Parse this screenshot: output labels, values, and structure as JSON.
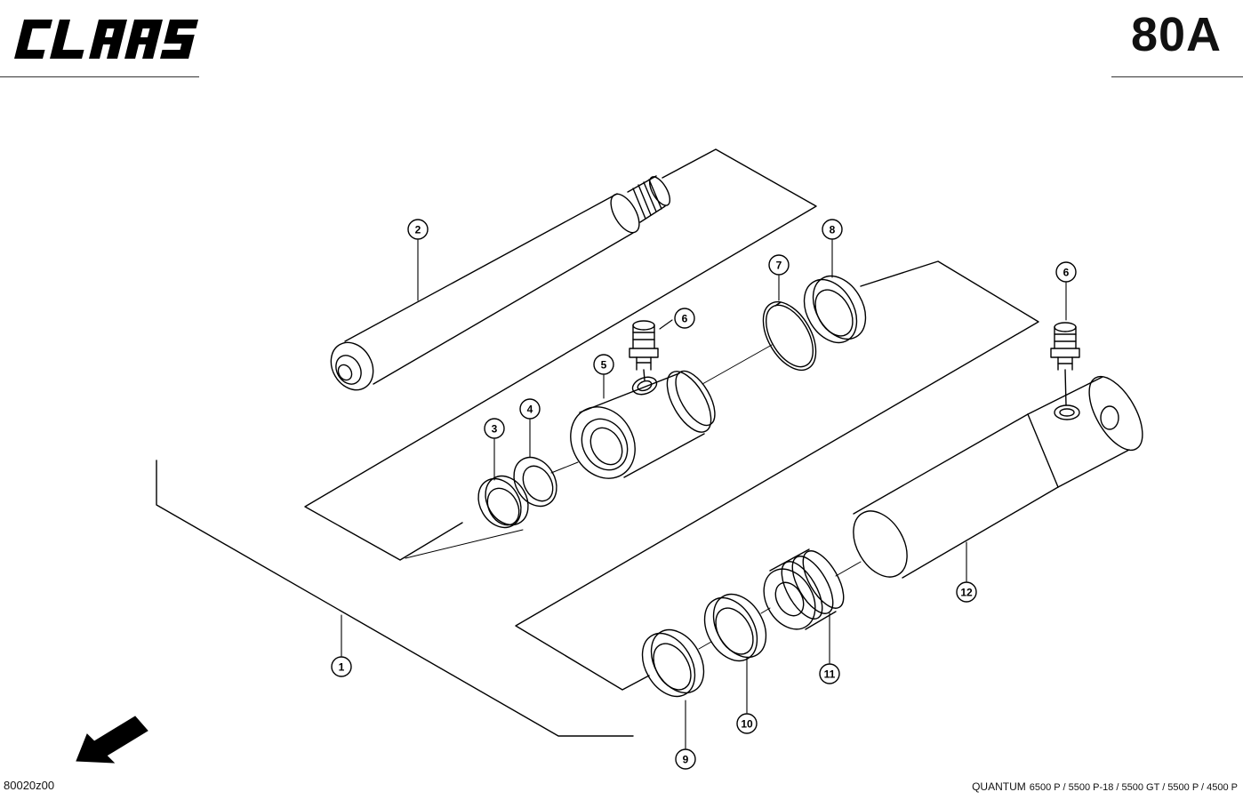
{
  "header": {
    "brand_logo": "CLAAS",
    "page_number": "80A"
  },
  "footer": {
    "drawing_code": "80020z00",
    "model_label": "QUANTUM",
    "model_variants": "6500 P / 5500 P-18 / 5500 GT / 5500 P / 4500 P"
  },
  "callouts": [
    {
      "label": "1"
    },
    {
      "label": "2"
    },
    {
      "label": "3"
    },
    {
      "label": "4"
    },
    {
      "label": "5"
    },
    {
      "label": "6"
    },
    {
      "label": "7"
    },
    {
      "label": "8"
    },
    {
      "label": "6"
    },
    {
      "label": "9"
    },
    {
      "label": "10"
    },
    {
      "label": "11"
    },
    {
      "label": "12"
    }
  ],
  "icons": {
    "direction_arrow": "arrow-down-left-icon"
  }
}
